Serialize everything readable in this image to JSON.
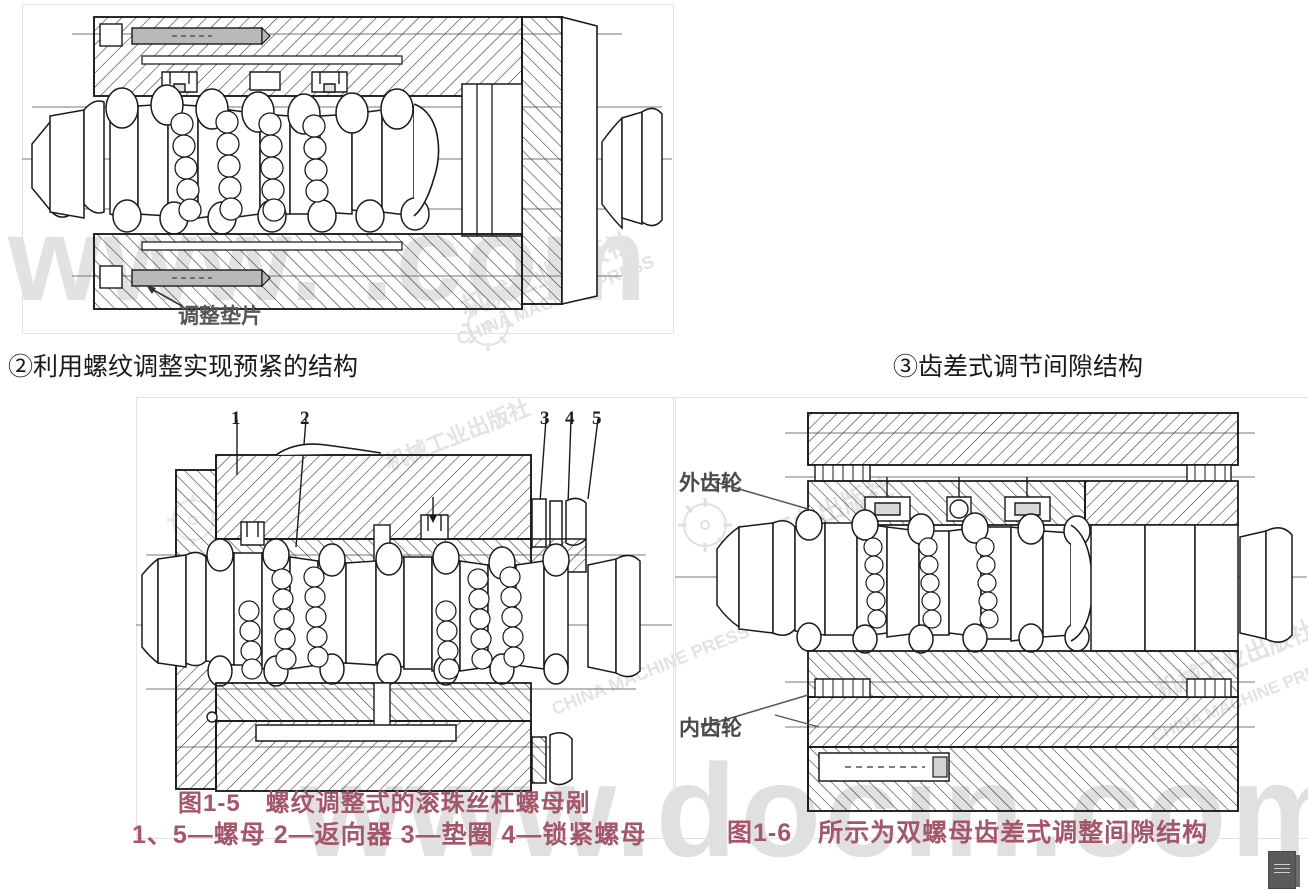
{
  "document": {
    "headings": [
      {
        "id": "heading-2",
        "text": "②利用螺纹调整实现预紧的结构"
      },
      {
        "id": "heading-3",
        "text": "③齿差式调节间隙结构"
      }
    ],
    "figures": {
      "top": {
        "label_shim": "调整垫片"
      },
      "fig_1_5": {
        "caption_line1": "图1-5　螺纹调整式的滚珠丝杠螺母剐",
        "caption_line2": "1、5—螺母 2—返向器 3—垫圈 4—锁紧螺母",
        "callout_numbers": [
          "1",
          "2",
          "3",
          "4",
          "5"
        ]
      },
      "fig_1_6": {
        "caption": "图1-6　所示为双螺母齿差式调整间隙结构",
        "label_outer_gear": "外齿轮",
        "label_inner_gear": "内齿轮"
      }
    },
    "watermarks": {
      "docin_top": "www.          .com",
      "docin_bottom": "www.docin.com",
      "publisher_cn": "机械工业出版社",
      "publisher_en": "CHINA MACHINE PRESS"
    },
    "colors": {
      "caption": "#a4566a",
      "heading": "#1a1a1a",
      "line": "#1a1a1a",
      "hatch": "#2b2b2b",
      "watermark": "#e0e0e0",
      "panel_border": "#e3e3e3"
    }
  }
}
